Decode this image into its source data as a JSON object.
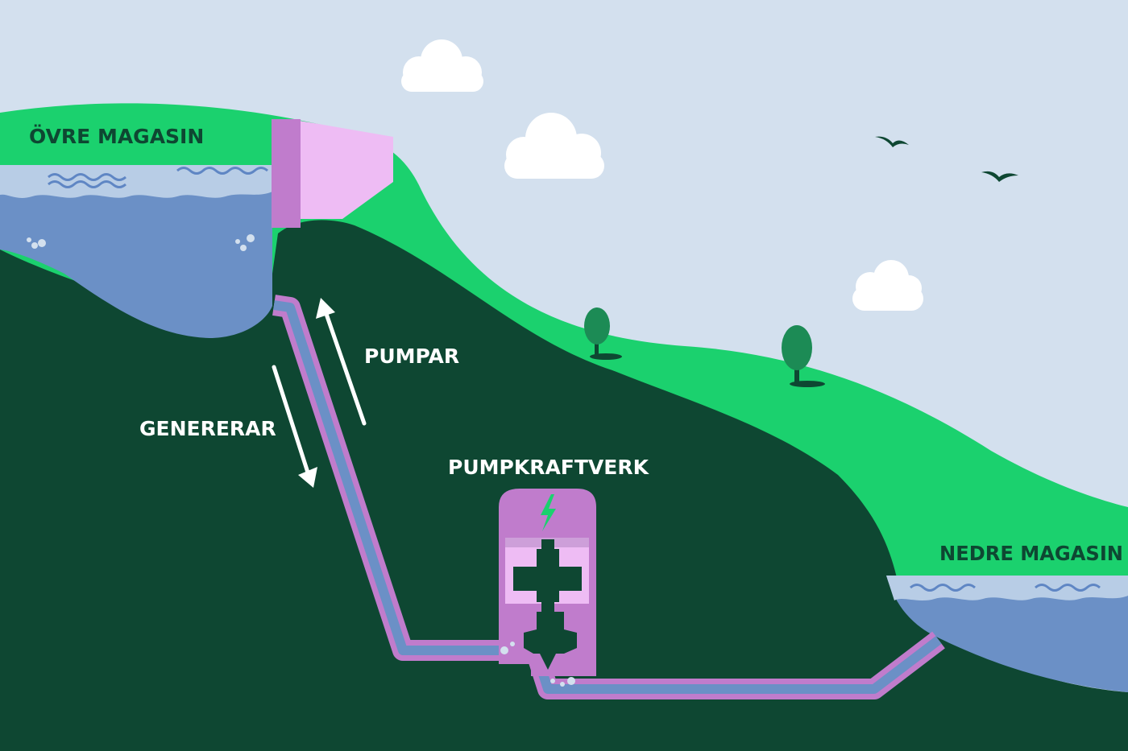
{
  "labels": {
    "upper_reservoir": "ÖVRE MAGASIN",
    "lower_reservoir": "NEDRE MAGASIN",
    "pumping": "PUMPAR",
    "generating": "GENERERAR",
    "power_plant": "PUMPKRAFTVERK"
  },
  "colors": {
    "sky": "#d3e0ee",
    "dark_ground": "#0e4732",
    "bright_grass": "#1bd16e",
    "water": "#6b90c6",
    "water_light": "#b8cde6",
    "water_wave": "#5f86c4",
    "dam_front": "#c07ccc",
    "dam_side": "#eebcf4",
    "pipe_outer": "#c07ccc",
    "pipe_inner": "#6b90c6",
    "cloud": "#ffffff",
    "tree": "#1c8b55",
    "bird": "#0e4732",
    "arrow": "#ffffff",
    "bolt": "#1bd16e",
    "label_dark": "#0e4732",
    "label_light": "#ffffff"
  },
  "icons": [
    "cloud-icon",
    "bird-icon",
    "tree-icon",
    "lightning-bolt-icon",
    "turbine-icon"
  ]
}
